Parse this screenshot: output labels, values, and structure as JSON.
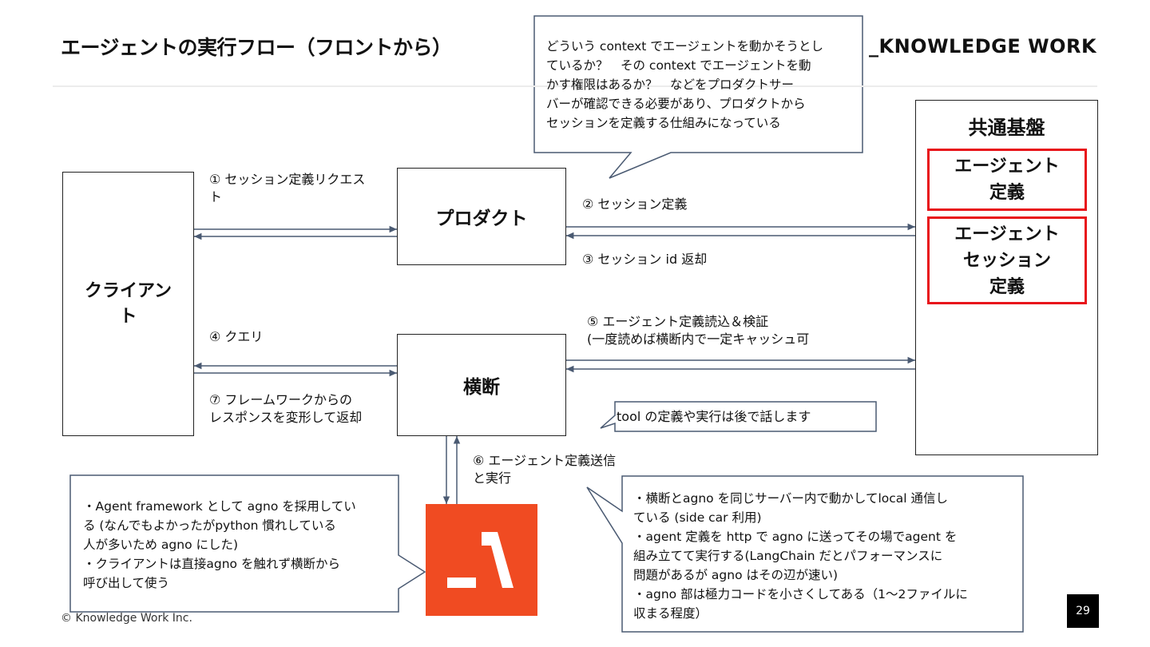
{
  "slide": {
    "title": "エージェントの実行フロー（フロントから）",
    "brand": "_KNOWLEDGE WORK",
    "footer": "© Knowledge Work Inc.",
    "page_number": "29"
  },
  "nodes": {
    "client": "クライアン\nト",
    "product": "プロダクト",
    "oudan": "横断",
    "platform_title": "共通基盤",
    "agent_def": "エージェント\n定義",
    "agent_session_def": "エージェント\nセッション\n定義"
  },
  "edges": {
    "e1": "① セッション定義リクエス\nト",
    "e2": "② セッション定義",
    "e3": "③ セッション id 返却",
    "e4": "④ クエリ",
    "e5": "⑤ エージェント定義読込＆検証\n(一度読めば横断内で一定キャッシュ可",
    "e6": "⑥ エージェント定義送信\nと実行",
    "e7": "⑦ フレームワークからの\nレスポンスを変形して返却"
  },
  "callouts": {
    "top": "どういう context でエージェントを動かそうとし\nているか？　その context でエージェントを動\nかす権限はあるか？　などをプロダクトサー\nバーが確認できる必要があり、プロダクトから\nセッションを定義する仕組みになっている",
    "tool": "tool の定義や実行は後で話します",
    "agno_left": "・Agent framework として agno を採用してい\nる (なんでもよかったがpython 慣れしている\n人が多いため agno にした)\n・クライアントは直接agno を触れず横断から\n呼び出して使う",
    "agno_right": "・横断とagno を同じサーバー内で動かしてlocal 通信し\nている (side car 利用)\n・agent 定義を http で agno に送ってその場でagent を\n組み立てて実行する(LangChain だとパフォーマンスに\n問題があるが agno はその辺が速い)\n・agno 部は極力コードを小さくしてある（1～2ファイルに\n収まる程度）"
  },
  "colors": {
    "arrow": "#4a5a72",
    "highlight_border": "#e8141b",
    "agno_logo": "#f04b22"
  },
  "icons": [
    "agno-logo"
  ]
}
